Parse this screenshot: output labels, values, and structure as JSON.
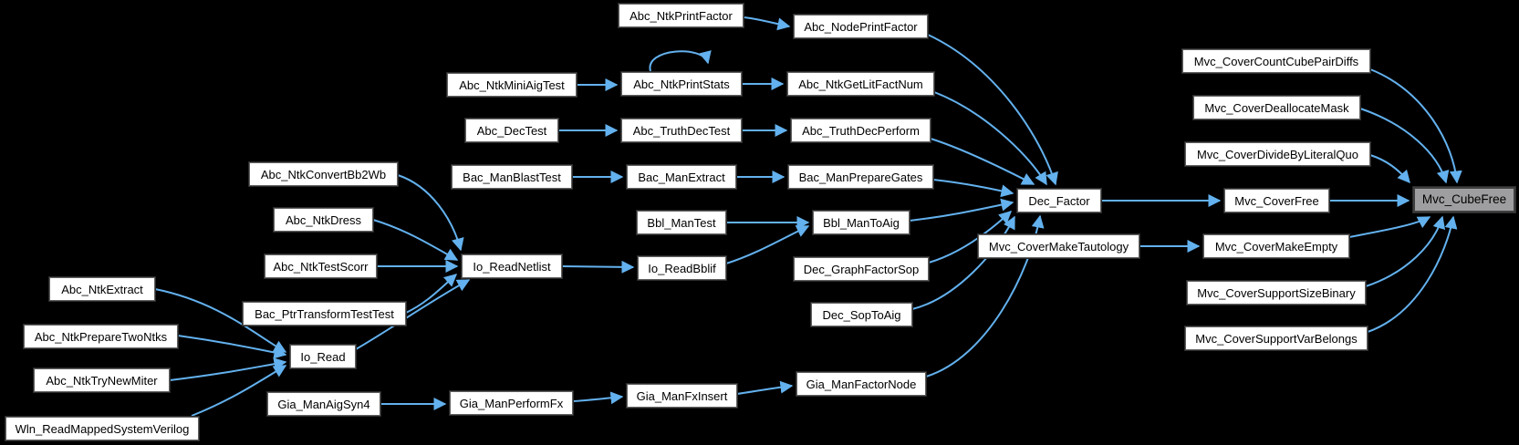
{
  "diagram": {
    "type": "call-graph",
    "target_function": "Mvc_CubeFree",
    "colors": {
      "background": "#000000",
      "edge": "#63B1EE",
      "node_fill": "#FFFFFF",
      "node_border": "#606060",
      "node_text": "#000000",
      "target_fill": "#9E9EA0",
      "target_border": "#3F3F3F"
    },
    "nodes": [
      {
        "label": "Abc_NtkExtract"
      },
      {
        "label": "Abc_NtkPrepareTwoNtks"
      },
      {
        "label": "Abc_NtkTryNewMiter"
      },
      {
        "label": "Wln_ReadMappedSystemVerilog"
      },
      {
        "label": "Abc_NtkConvertBb2Wb"
      },
      {
        "label": "Abc_NtkDress"
      },
      {
        "label": "Abc_NtkTestScorr"
      },
      {
        "label": "Bac_PtrTransformTestTest"
      },
      {
        "label": "Io_Read"
      },
      {
        "label": "Gia_ManAigSyn4"
      },
      {
        "label": "Abc_NtkMiniAigTest"
      },
      {
        "label": "Abc_DecTest"
      },
      {
        "label": "Bac_ManBlastTest"
      },
      {
        "label": "Io_ReadNetlist"
      },
      {
        "label": "Gia_ManPerformFx"
      },
      {
        "label": "Abc_NtkPrintFactor"
      },
      {
        "label": "Abc_NtkPrintStats"
      },
      {
        "label": "Abc_TruthDecTest"
      },
      {
        "label": "Bac_ManExtract"
      },
      {
        "label": "Bbl_ManTest"
      },
      {
        "label": "Io_ReadBblif"
      },
      {
        "label": "Gia_ManFxInsert"
      },
      {
        "label": "Abc_NodePrintFactor"
      },
      {
        "label": "Abc_NtkGetLitFactNum"
      },
      {
        "label": "Abc_TruthDecPerform"
      },
      {
        "label": "Bac_ManPrepareGates"
      },
      {
        "label": "Bbl_ManToAig"
      },
      {
        "label": "Dec_GraphFactorSop"
      },
      {
        "label": "Dec_SopToAig"
      },
      {
        "label": "Gia_ManFactorNode"
      },
      {
        "label": "Dec_Factor"
      },
      {
        "label": "Mvc_CoverMakeTautology"
      },
      {
        "label": "Mvc_CoverCountCubePairDiffs"
      },
      {
        "label": "Mvc_CoverDeallocateMask"
      },
      {
        "label": "Mvc_CoverDivideByLiteralQuo"
      },
      {
        "label": "Mvc_CoverFree"
      },
      {
        "label": "Mvc_CoverMakeEmpty"
      },
      {
        "label": "Mvc_CoverSupportSizeBinary"
      },
      {
        "label": "Mvc_CoverSupportVarBelongs"
      },
      {
        "label": "Mvc_CubeFree"
      }
    ],
    "edges": [
      {
        "from": "Abc_NtkExtract",
        "to": "Io_Read"
      },
      {
        "from": "Abc_NtkPrepareTwoNtks",
        "to": "Io_Read"
      },
      {
        "from": "Abc_NtkTryNewMiter",
        "to": "Io_Read"
      },
      {
        "from": "Wln_ReadMappedSystemVerilog",
        "to": "Io_Read"
      },
      {
        "from": "Abc_NtkConvertBb2Wb",
        "to": "Io_ReadNetlist"
      },
      {
        "from": "Abc_NtkDress",
        "to": "Io_ReadNetlist"
      },
      {
        "from": "Abc_NtkTestScorr",
        "to": "Io_ReadNetlist"
      },
      {
        "from": "Bac_PtrTransformTestTest",
        "to": "Io_ReadNetlist"
      },
      {
        "from": "Io_Read",
        "to": "Io_ReadNetlist"
      },
      {
        "from": "Io_ReadNetlist",
        "to": "Io_ReadBblif"
      },
      {
        "from": "Io_ReadBblif",
        "to": "Bbl_ManToAig"
      },
      {
        "from": "Bbl_ManTest",
        "to": "Bbl_ManToAig"
      },
      {
        "from": "Abc_NtkMiniAigTest",
        "to": "Abc_NtkPrintStats"
      },
      {
        "from": "Abc_NtkPrintStats",
        "to": "Abc_NtkPrintStats"
      },
      {
        "from": "Abc_NtkPrintStats",
        "to": "Abc_NtkGetLitFactNum"
      },
      {
        "from": "Abc_NtkPrintFactor",
        "to": "Abc_NodePrintFactor"
      },
      {
        "from": "Abc_DecTest",
        "to": "Abc_TruthDecTest"
      },
      {
        "from": "Abc_TruthDecTest",
        "to": "Abc_TruthDecPerform"
      },
      {
        "from": "Bac_ManBlastTest",
        "to": "Bac_ManExtract"
      },
      {
        "from": "Bac_ManExtract",
        "to": "Bac_ManPrepareGates"
      },
      {
        "from": "Gia_ManAigSyn4",
        "to": "Gia_ManPerformFx"
      },
      {
        "from": "Gia_ManPerformFx",
        "to": "Gia_ManFxInsert"
      },
      {
        "from": "Gia_ManFxInsert",
        "to": "Gia_ManFactorNode"
      },
      {
        "from": "Abc_NodePrintFactor",
        "to": "Dec_Factor"
      },
      {
        "from": "Abc_NtkGetLitFactNum",
        "to": "Dec_Factor"
      },
      {
        "from": "Abc_TruthDecPerform",
        "to": "Dec_Factor"
      },
      {
        "from": "Bac_ManPrepareGates",
        "to": "Dec_Factor"
      },
      {
        "from": "Bbl_ManToAig",
        "to": "Dec_Factor"
      },
      {
        "from": "Dec_GraphFactorSop",
        "to": "Dec_Factor"
      },
      {
        "from": "Dec_SopToAig",
        "to": "Dec_Factor"
      },
      {
        "from": "Gia_ManFactorNode",
        "to": "Dec_Factor"
      },
      {
        "from": "Dec_Factor",
        "to": "Mvc_CoverFree"
      },
      {
        "from": "Mvc_CoverMakeTautology",
        "to": "Mvc_CoverMakeEmpty"
      },
      {
        "from": "Mvc_CoverCountCubePairDiffs",
        "to": "Mvc_CubeFree"
      },
      {
        "from": "Mvc_CoverDeallocateMask",
        "to": "Mvc_CubeFree"
      },
      {
        "from": "Mvc_CoverDivideByLiteralQuo",
        "to": "Mvc_CubeFree"
      },
      {
        "from": "Mvc_CoverFree",
        "to": "Mvc_CubeFree"
      },
      {
        "from": "Mvc_CoverMakeEmpty",
        "to": "Mvc_CubeFree"
      },
      {
        "from": "Mvc_CoverSupportSizeBinary",
        "to": "Mvc_CubeFree"
      },
      {
        "from": "Mvc_CoverSupportVarBelongs",
        "to": "Mvc_CubeFree"
      }
    ]
  }
}
